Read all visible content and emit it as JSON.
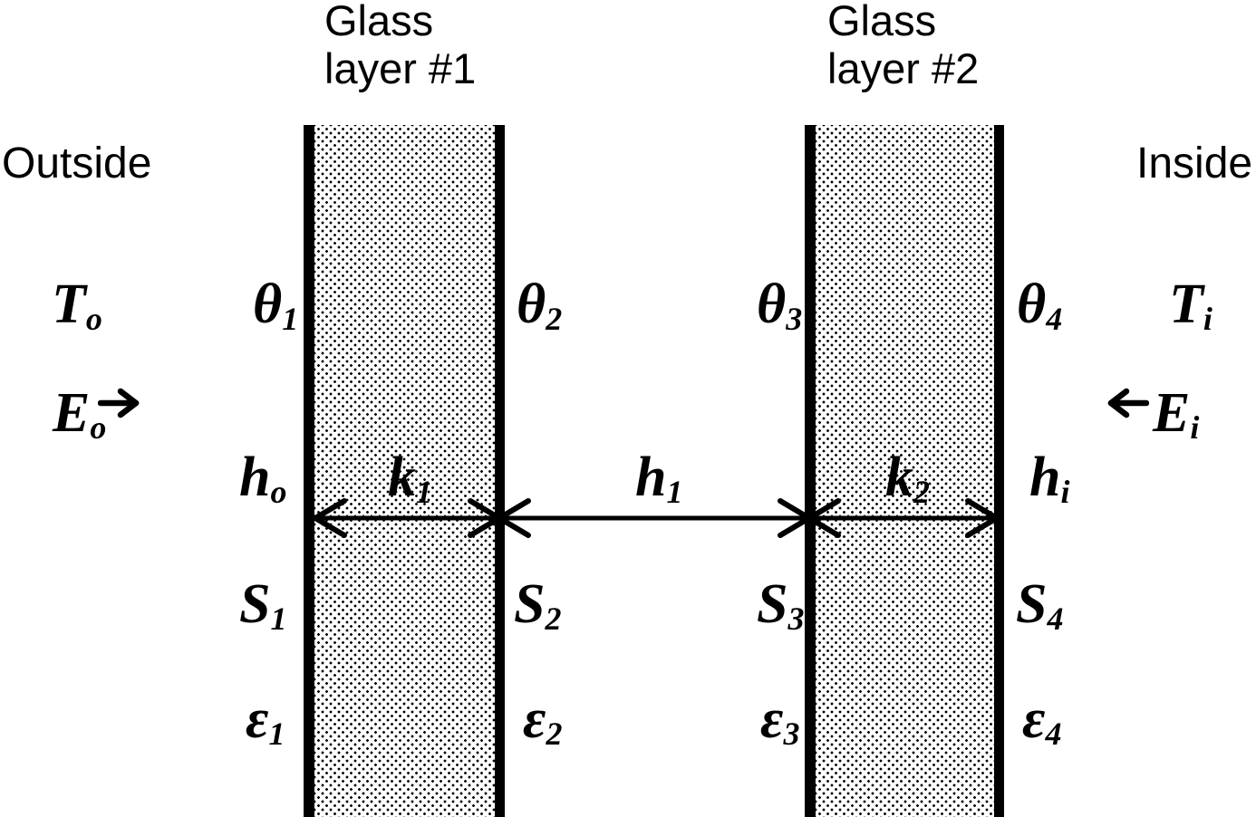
{
  "titles": {
    "glass1": {
      "line1": "Glass",
      "line2": "layer #1"
    },
    "glass2": {
      "line1": "Glass",
      "line2": "layer #2"
    }
  },
  "regions": {
    "outside": "Outside",
    "inside": "Inside"
  },
  "symbols": {
    "T_o": {
      "base": "T",
      "sub": "o"
    },
    "E_o": {
      "base": "E",
      "sub": "o"
    },
    "h_o": {
      "base": "h",
      "sub": "o"
    },
    "theta_1": {
      "base": "θ",
      "sub": "1"
    },
    "theta_2": {
      "base": "θ",
      "sub": "2"
    },
    "theta_3": {
      "base": "θ",
      "sub": "3"
    },
    "theta_4": {
      "base": "θ",
      "sub": "4"
    },
    "k_1": {
      "base": "k",
      "sub": "1"
    },
    "h_1": {
      "base": "h",
      "sub": "1"
    },
    "k_2": {
      "base": "k",
      "sub": "2"
    },
    "S_1": {
      "base": "S",
      "sub": "1"
    },
    "S_2": {
      "base": "S",
      "sub": "2"
    },
    "S_3": {
      "base": "S",
      "sub": "3"
    },
    "S_4": {
      "base": "S",
      "sub": "4"
    },
    "eps_1": {
      "base": "ε",
      "sub": "1"
    },
    "eps_2": {
      "base": "ε",
      "sub": "2"
    },
    "eps_3": {
      "base": "ε",
      "sub": "3"
    },
    "eps_4": {
      "base": "ε",
      "sub": "4"
    },
    "T_i": {
      "base": "T",
      "sub": "i"
    },
    "E_i": {
      "base": "E",
      "sub": "i"
    },
    "h_i": {
      "base": "h",
      "sub": "i"
    }
  },
  "icons": {
    "outdoor_irradiance_arrow": "right-arrow",
    "indoor_irradiance_arrow": "left-arrow",
    "dimension_lines": "double-headed-measure-arrows"
  },
  "colors": {
    "ink": "#000000",
    "background": "#ffffff"
  }
}
